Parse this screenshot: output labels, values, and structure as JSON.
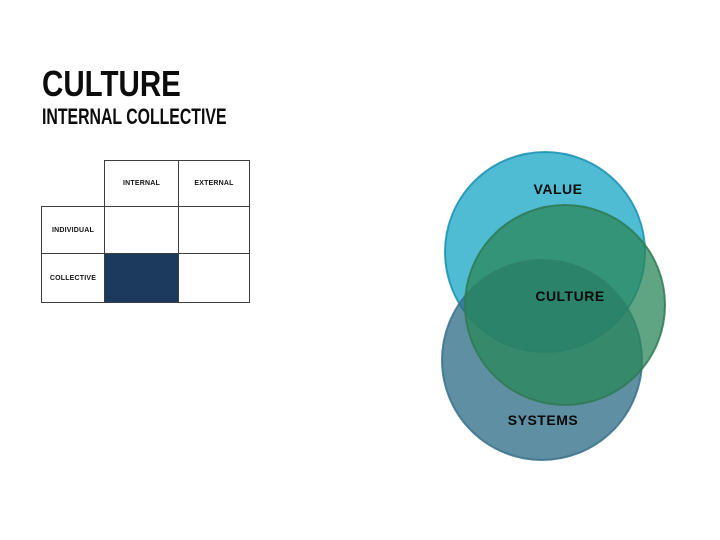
{
  "slide": {
    "title": "CULTURE",
    "subtitle": "INTERNAL COLLECTIVE",
    "background_color": "#ffffff"
  },
  "matrix": {
    "col_headers": [
      "INTERNAL",
      "EXTERNAL"
    ],
    "row_headers": [
      "INDIVIDUAL",
      "COLLECTIVE"
    ],
    "highlight": {
      "row": "COLLECTIVE",
      "col": "INTERNAL",
      "color": "#1c3a5e"
    },
    "border_color": "#3d3d3d"
  },
  "venn": {
    "circles": [
      {
        "label": "VALUE",
        "fill": "#14a6c6",
        "stroke": "#1991b1"
      },
      {
        "label": "SYSTEMS",
        "fill": "#2a6a84",
        "stroke": "#39718c"
      },
      {
        "label": "CULTURE",
        "fill": "#2a875a",
        "stroke": "#2f7a52"
      }
    ]
  }
}
